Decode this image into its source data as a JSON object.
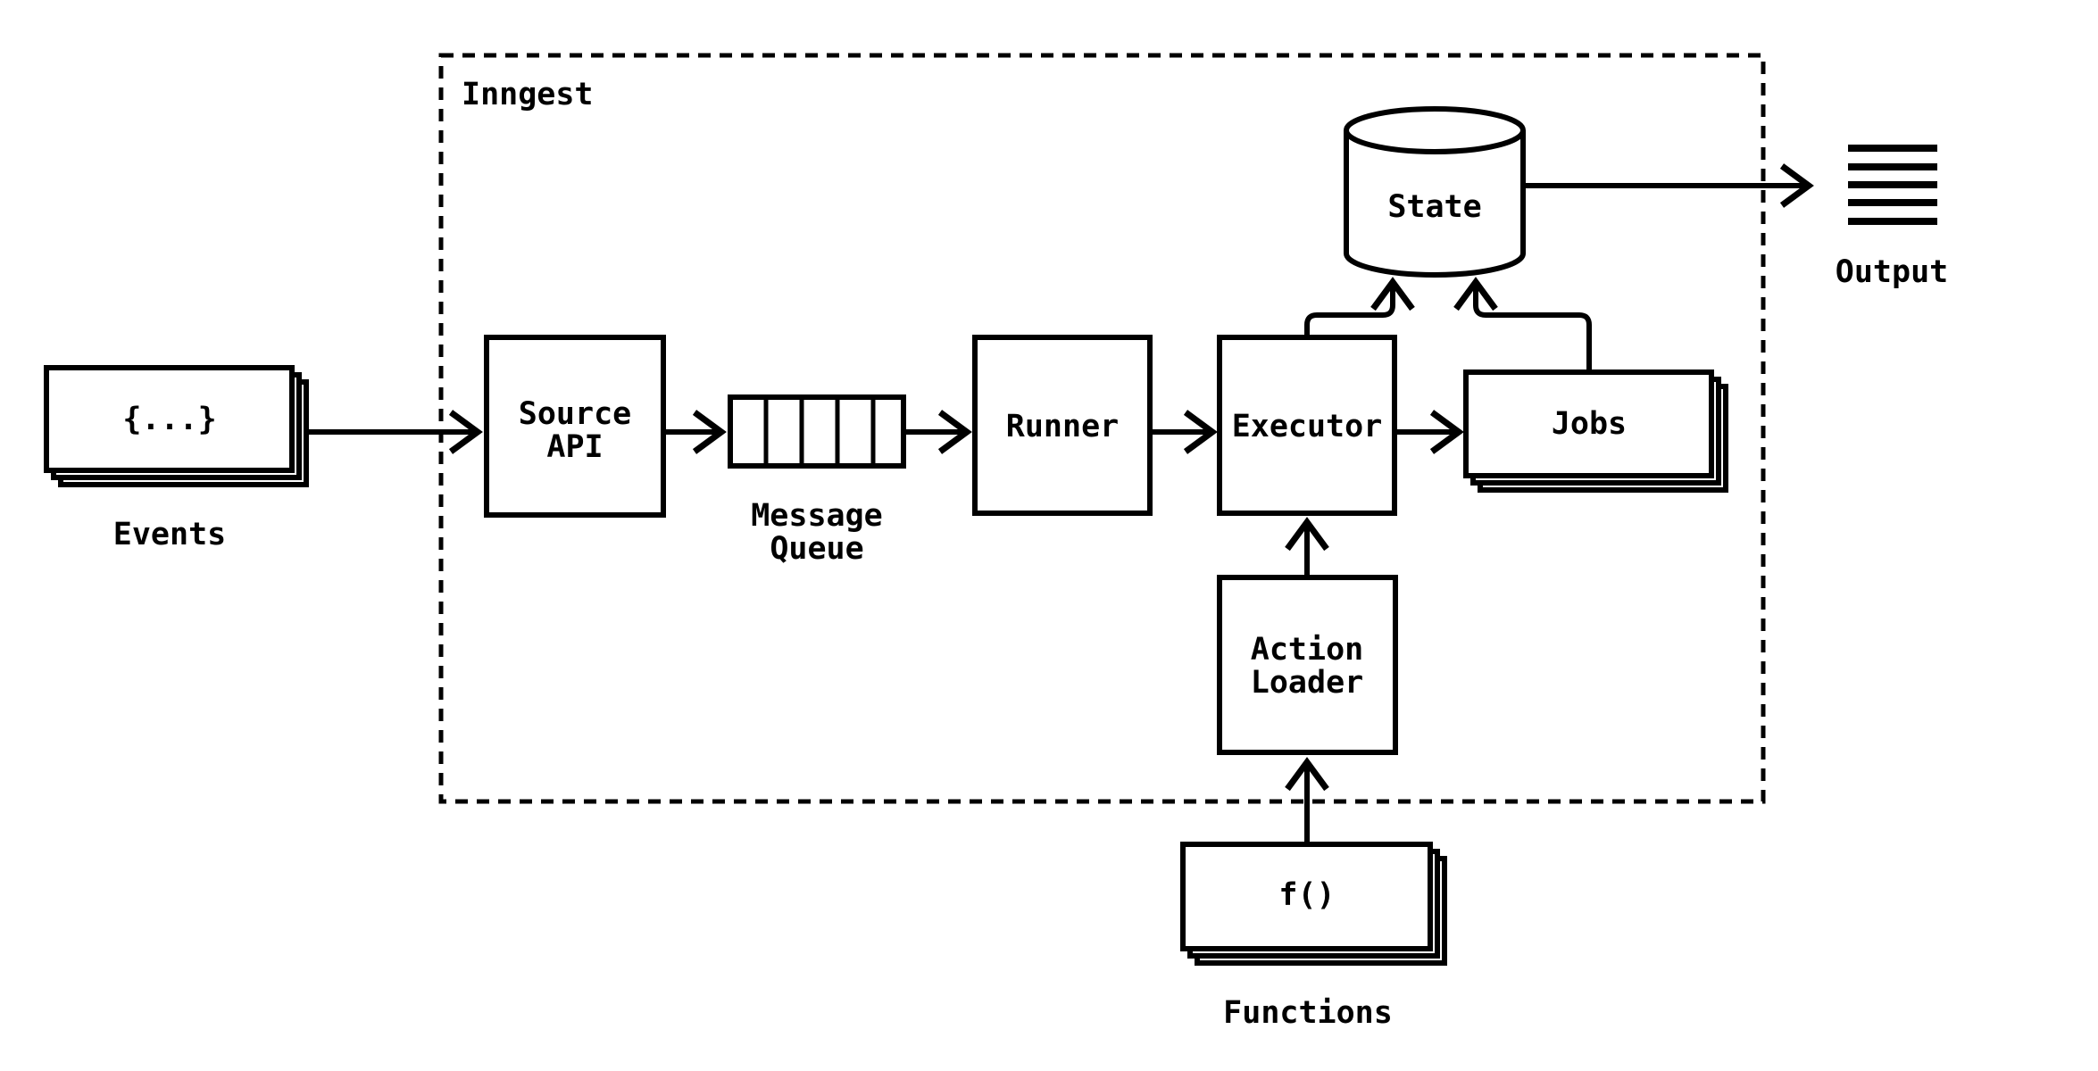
{
  "diagram": {
    "boundary_label": "Inngest",
    "nodes": {
      "events": {
        "code_label": "{...}",
        "caption": "Events"
      },
      "source_api": {
        "label_line1": "Source",
        "label_line2": "API"
      },
      "message_queue": {
        "caption_line1": "Message",
        "caption_line2": "Queue"
      },
      "runner": {
        "label": "Runner"
      },
      "executor": {
        "label": "Executor"
      },
      "jobs": {
        "label": "Jobs"
      },
      "state": {
        "label": "State"
      },
      "action_loader": {
        "label_line1": "Action",
        "label_line2": "Loader"
      },
      "functions": {
        "code_label": "f()",
        "caption": "Functions"
      },
      "output": {
        "caption": "Output"
      }
    },
    "colors": {
      "stroke": "#000000",
      "background": "#ffffff"
    }
  }
}
